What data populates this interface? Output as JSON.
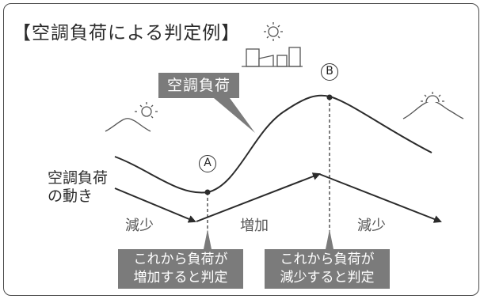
{
  "title": "【空調負荷による判定例】",
  "load_label": "空調負荷",
  "motion_label": [
    "空調負荷",
    "の動き"
  ],
  "points": {
    "a": "A",
    "b": "B"
  },
  "phases": {
    "decrease_left": "減少",
    "increase": "増加",
    "decrease_right": "減少"
  },
  "decisions": {
    "increase": [
      "これから負荷が",
      "増加すると判定"
    ],
    "decrease": [
      "これから負荷が",
      "減少すると判定"
    ]
  },
  "colors": {
    "line": "#2b2b2b",
    "label_bg": "#7b7b7b",
    "illustration": "#555555"
  }
}
